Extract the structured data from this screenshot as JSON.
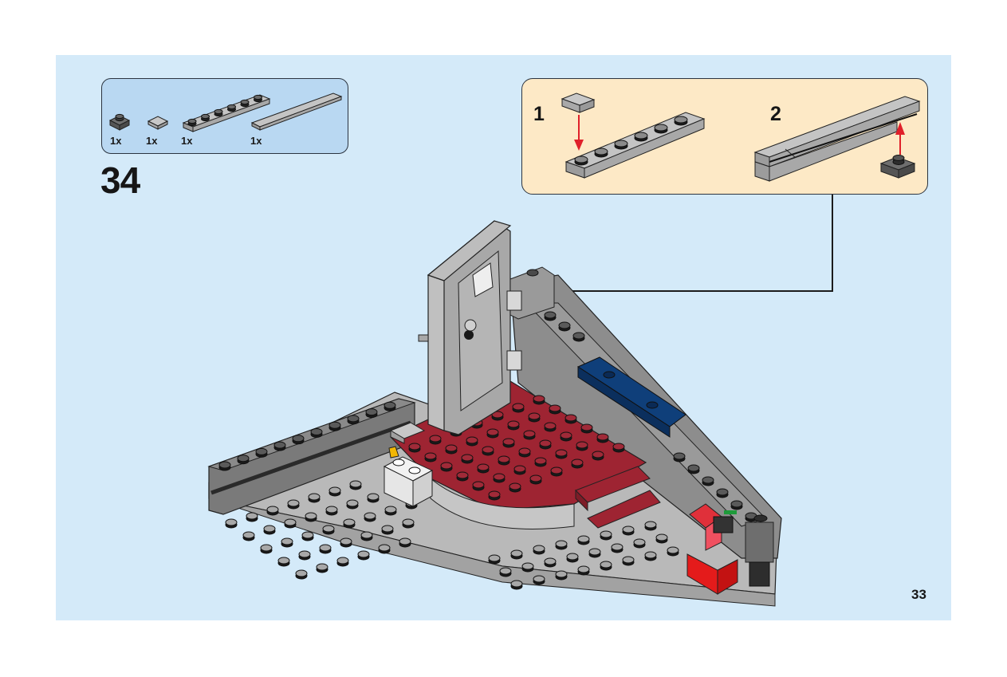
{
  "instruction_page": {
    "step_number": "34",
    "page_number": "33",
    "parts_list": {
      "items": [
        {
          "part": "dark-grey-1x1-plate",
          "quantity": "1x"
        },
        {
          "part": "light-grey-1x1-tile",
          "quantity": "1x"
        },
        {
          "part": "light-grey-1x6-plate",
          "quantity": "1x"
        },
        {
          "part": "light-grey-1x6-tile",
          "quantity": "1x"
        }
      ]
    },
    "sub_assembly": {
      "steps": [
        {
          "number": "1",
          "action": "attach 1x1 tile onto end stud of 1x6 plate"
        },
        {
          "number": "2",
          "action": "attach 1x1 plate under tiled 1x6 plate"
        }
      ],
      "pointer": "arrow-to-door-frame"
    },
    "colors": {
      "page_background": "#d4eaf9",
      "parts_box": "#b9d8f2",
      "callout_box": "#fde9c6",
      "arrow_red": "#e0202a",
      "floor_red": "#9e2432",
      "blue_accent": "#0f3f7a"
    }
  }
}
